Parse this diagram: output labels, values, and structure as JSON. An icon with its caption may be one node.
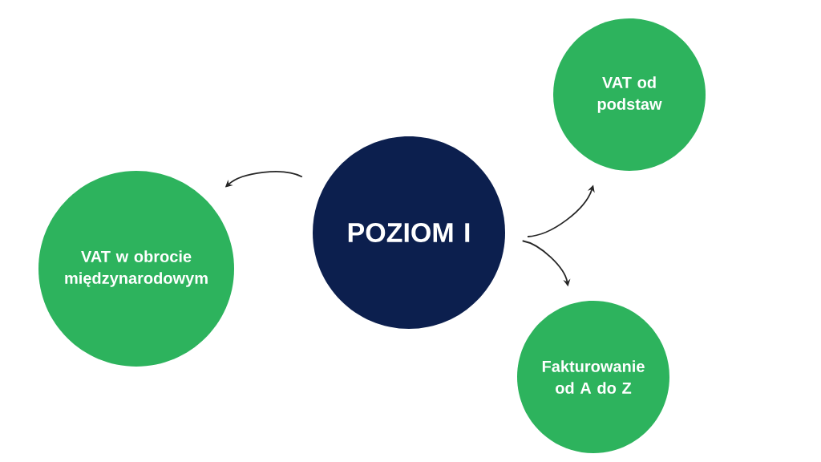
{
  "diagram": {
    "nodes": [
      {
        "text": [
          "VAT od podstaw"
        ]
      },
      {
        "text": [
          "POZIOM I"
        ]
      },
      {
        "text": [
          "VAT w obrocie międzynarodowym"
        ]
      },
      {
        "text": [
          "Fakturowanie od A do Z"
        ]
      }
    ],
    "edges": [
      {
        "from": 1,
        "to": 0,
        "arrow": "to"
      },
      {
        "from": 1,
        "to": 2,
        "arrow": "to"
      },
      {
        "from": 1,
        "to": 3,
        "arrow": "to"
      }
    ]
  }
}
